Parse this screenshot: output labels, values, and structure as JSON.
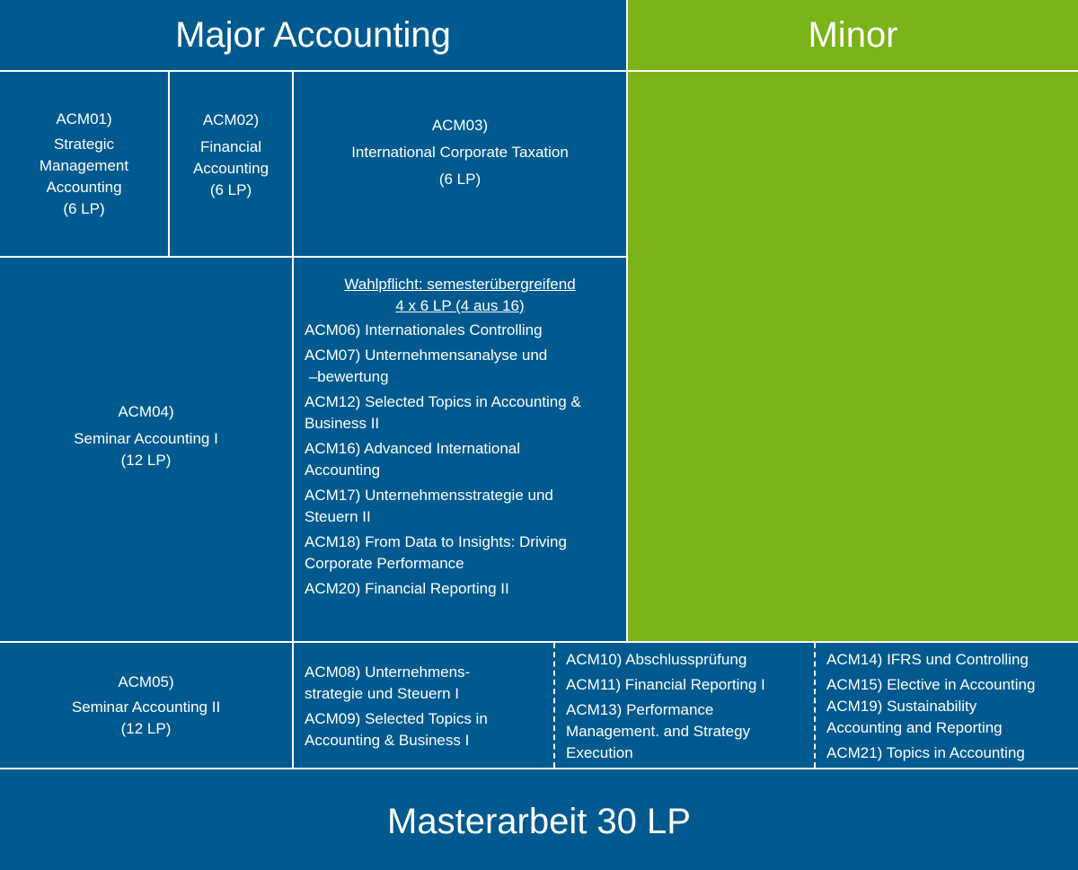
{
  "colors": {
    "major": "#005a8f",
    "minor": "#7ab317",
    "line": "#ffffff"
  },
  "headers": {
    "major": "Major Accounting",
    "minor": "Minor"
  },
  "acm01": {
    "code": "ACM01)",
    "lines": [
      "Strategic",
      "Management",
      "Accounting",
      "(6 LP)"
    ]
  },
  "acm02": {
    "code": "ACM02)",
    "lines": [
      "Financial",
      "Accounting",
      "(6 LP)"
    ]
  },
  "acm03": {
    "code": "ACM03)",
    "lines": [
      "International Corporate Taxation",
      "(6 LP)"
    ]
  },
  "acm04": {
    "code": "ACM04)",
    "lines": [
      "Seminar Accounting I",
      "(12 LP)"
    ]
  },
  "acm05": {
    "code": "ACM05)",
    "lines": [
      "Seminar Accounting II",
      "(12 LP)"
    ]
  },
  "elective": {
    "title": "Wahlpflicht: semesterübergreifend",
    "subtitle": "4 x 6 LP (4 aus 16)",
    "items": [
      [
        "ACM06) Internationales Controlling"
      ],
      [
        "ACM07) Unternehmensanalyse und",
        " –bewertung"
      ],
      [
        "ACM12) Selected Topics in Accounting &",
        "Business II"
      ],
      [
        "ACM16) Advanced International",
        "Accounting"
      ],
      [
        "ACM17) Unternehmensstrategie und",
        "Steuern II"
      ],
      [
        "ACM18) From Data to Insights: Driving",
        "Corporate Performance"
      ],
      [
        "ACM20) Financial Reporting II"
      ]
    ]
  },
  "group1": [
    [
      "ACM08) Unternehmens-",
      "strategie und Steuern I"
    ],
    [
      "ACM09) Selected Topics in",
      "Accounting & Business I"
    ]
  ],
  "group2": [
    [
      "ACM10) Abschlussprüfung"
    ],
    [
      "ACM11) Financial Reporting I"
    ],
    [
      "ACM13) Performance",
      "Management. and Strategy",
      "Execution"
    ]
  ],
  "group3": [
    [
      "ACM14) IFRS und Controlling"
    ],
    [
      "ACM15) Elective in Accounting"
    ],
    [
      "ACM19) Sustainability",
      "Accounting and Reporting"
    ],
    [
      "ACM21) Topics in Accounting"
    ]
  ],
  "thesis": "Masterarbeit 30 LP"
}
